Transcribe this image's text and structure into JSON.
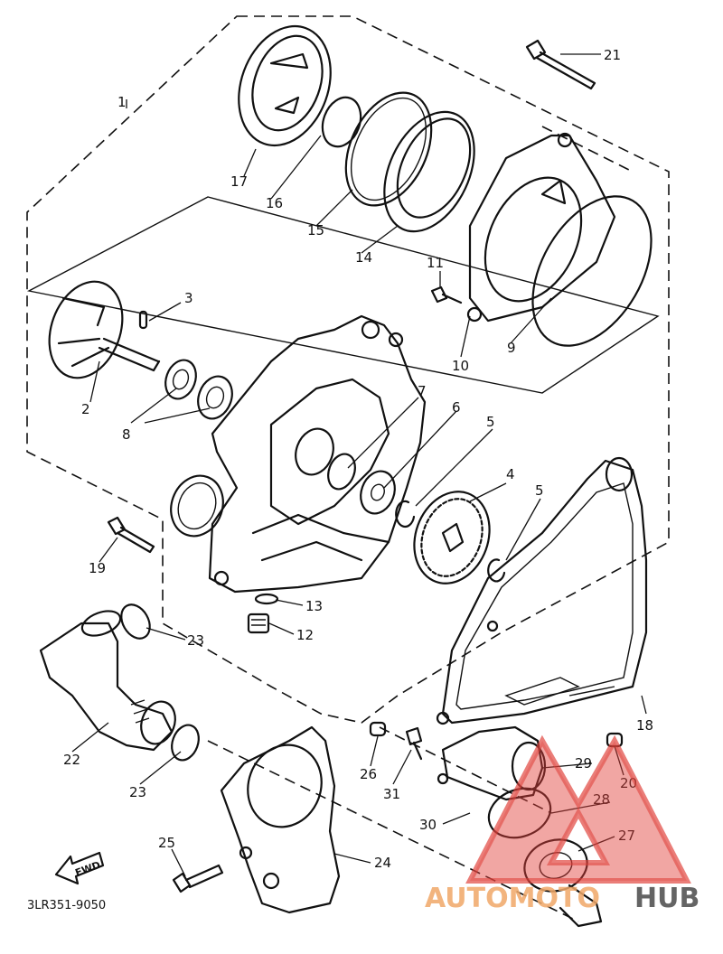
{
  "diagram_code": "3LR351-9050",
  "fwd_label": "FWD",
  "watermark": {
    "text_left": "AUTOMOTO",
    "text_right": "HUB",
    "color_left": "#f0a868",
    "color_right": "#4a4a4a",
    "triangle_color": "#e0403a"
  },
  "callouts": {
    "c1": "1",
    "c2": "2",
    "c3": "3",
    "c4": "4",
    "c5a": "5",
    "c5b": "5",
    "c6": "6",
    "c7": "7",
    "c8": "8",
    "c9": "9",
    "c10": "10",
    "c11": "11",
    "c12": "12",
    "c13": "13",
    "c14": "14",
    "c15": "15",
    "c16": "16",
    "c17": "17",
    "c18": "18",
    "c19": "19",
    "c20": "20",
    "c21": "21",
    "c22": "22",
    "c23a": "23",
    "c23b": "23",
    "c24": "24",
    "c25": "25",
    "c26": "26",
    "c27": "27",
    "c28": "28",
    "c29": "29",
    "c30": "30",
    "c31": "31"
  }
}
